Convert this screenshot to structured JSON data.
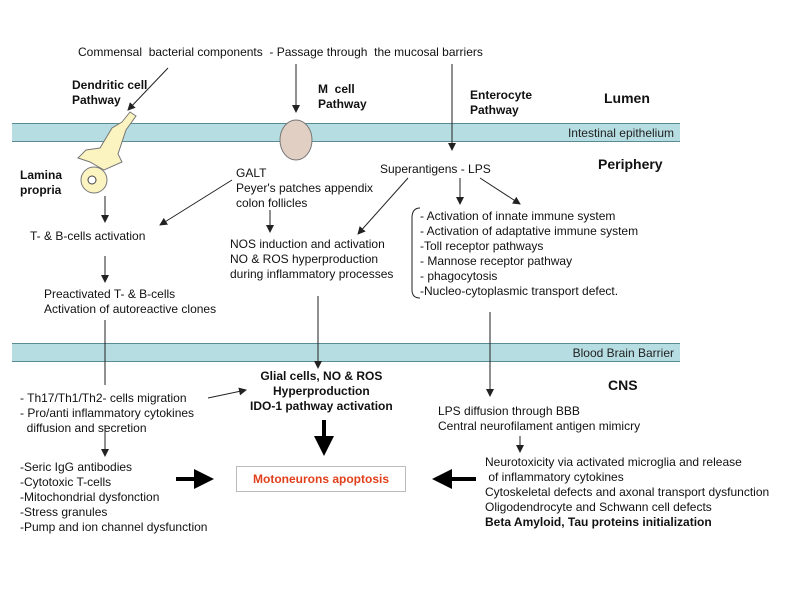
{
  "header": {
    "source_text": "Commensal  bacterial components  - Passage through  the mucosal barriers"
  },
  "sections": {
    "lumen": "Lumen",
    "periphery": "Periphery",
    "cns": "CNS"
  },
  "barriers": {
    "intestinal": "Intestinal epithelium",
    "bbb": "Blood Brain Barrier"
  },
  "pathways": {
    "dendritic": "Dendritic cell\nPathway",
    "m_cell": "M  cell\nPathway",
    "enterocyte": "Enterocyte\nPathway"
  },
  "lamina_propria": "Lamina\npropria",
  "galt": "GALT\nPeyer's patches appendix\ncolon follicles",
  "superantigens": "Superantigens - LPS",
  "t_b_activation": "T- & B-cells activation",
  "nos_block": "NOS induction and activation\nNO & ROS hyperproduction\nduring inflammatory processes",
  "immune_list": "- Activation of innate immune system\n- Activation of adaptative immune system\n-Toll receptor pathways\n- Mannose receptor pathway\n- phagocytosis\n-Nucleo-cytoplasmic transport defect.",
  "preactivated": "Preactivated T- & B-cells\nActivation of autoreactive clones",
  "migration": "- Th17/Th1/Th2- cells migration\n- Pro/anti inflammatory cytokines\n  diffusion and secretion",
  "glial": "Glial cells, NO & ROS\nHyperproduction\nIDO-1 pathway activation",
  "lps_diffusion": "LPS diffusion through BBB\nCentral neurofilament antigen mimicry",
  "left_list": "-Seric IgG antibodies\n-Cytotoxic T-cells\n-Mitochondrial dysfonction\n-Stress granules\n-Pump and ion channel dysfunction",
  "outcome": "Motoneurons apoptosis",
  "right_list": "Neurotoxicity via activated microglia and release\n of inflammatory cytokines\nCytoskeletal defects and axonal transport dysfunction\nOligodendrocyte and Schwann cell defects",
  "right_list_bold": "Beta Amyloid, Tau proteins initialization",
  "colors": {
    "band": "#b6dde2",
    "outcome_text": "#e0401c",
    "m_cell": "#e2cfc4",
    "dendritic": "#fbf3c0"
  }
}
